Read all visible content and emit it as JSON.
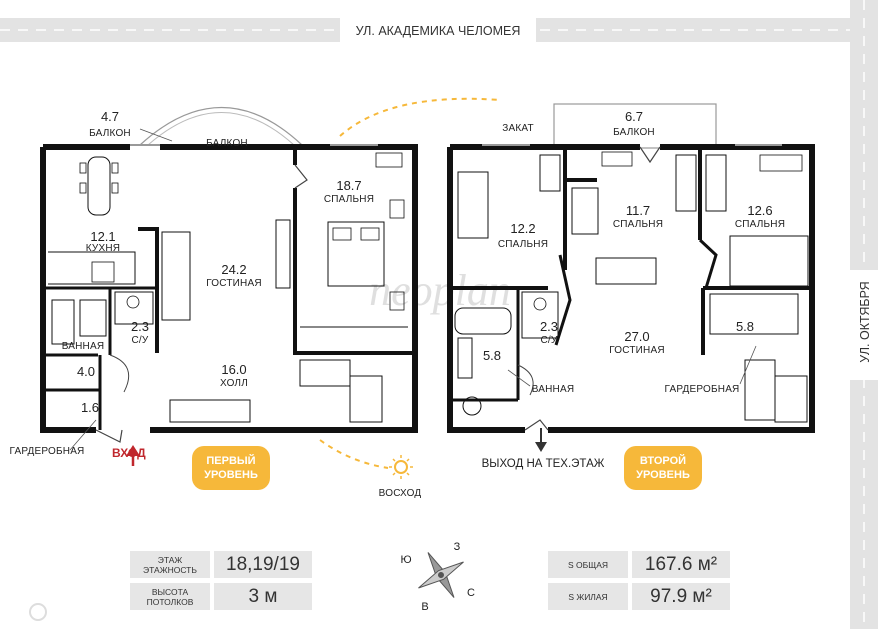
{
  "streets": {
    "top": "УЛ. АКАДЕМИКА ЧЕЛОМЕЯ",
    "right": "УЛ. ОКТЯБРЯ"
  },
  "sun": {
    "sunset": "ЗАКАТ",
    "sunrise": "ВОСХОД"
  },
  "level1": {
    "badge": [
      "ПЕРВЫЙ",
      "УРОВЕНЬ"
    ],
    "entrance": "ВХОД",
    "rooms": {
      "balcony_small": {
        "area": "4.7",
        "name": "БАЛКОН"
      },
      "balcony_round": {
        "name": "БАЛКОН"
      },
      "kitchen": {
        "area": "12.1",
        "name": "КУХНЯ"
      },
      "living": {
        "area": "24.2",
        "name": "ГОСТИНАЯ"
      },
      "bedroom": {
        "area": "18.7",
        "name": "СПАЛЬНЯ"
      },
      "wc": {
        "area": "2.3",
        "name": "С/У"
      },
      "bath": {
        "name": "ВАННАЯ"
      },
      "bath_area": "4.0",
      "hall": {
        "area": "16.0",
        "name": "ХОЛЛ"
      },
      "wardrobe": {
        "area": "1.6",
        "name": "ГАРДЕРОБНАЯ"
      }
    }
  },
  "level2": {
    "badge": [
      "ВТОРОЙ",
      "УРОВЕНЬ"
    ],
    "tech_exit": "ВЫХОД НА ТЕХ.ЭТАЖ",
    "rooms": {
      "balcony": {
        "area": "6.7",
        "name": "БАЛКОН"
      },
      "bedroom_a": {
        "area": "12.2",
        "name": "СПАЛЬНЯ"
      },
      "bedroom_b": {
        "area": "11.7",
        "name": "СПАЛЬНЯ"
      },
      "bedroom_c": {
        "area": "12.6",
        "name": "СПАЛЬНЯ"
      },
      "wc": {
        "area": "2.3",
        "name": "С/У"
      },
      "living": {
        "area": "27.0",
        "name": "ГОСТИНАЯ"
      },
      "bath": {
        "area": "5.8",
        "name": "ВАННАЯ"
      },
      "wardrobe": {
        "area": "5.8",
        "name": "ГАРДЕРОБНАЯ"
      }
    }
  },
  "compass": {
    "n": "З",
    "e": "С",
    "s": "В",
    "w": "Ю"
  },
  "info": {
    "floor_label": [
      "ЭТАЖ",
      "ЭТАЖНОСТЬ"
    ],
    "floor_value": "18,19/19",
    "ceiling_label": [
      "ВЫСОТА",
      "ПОТОЛКОВ"
    ],
    "ceiling_value": "3 м",
    "total_label": "S ОБЩАЯ",
    "total_value": "167.6 м²",
    "living_label": "S ЖИЛАЯ",
    "living_value": "97.9 м²"
  },
  "watermark": "neoplan",
  "colors": {
    "wall": "#111111",
    "accent": "#f6b83a",
    "entrance": "#c0272d",
    "table": "#e6e6e6",
    "street": "#e3e3e3"
  }
}
